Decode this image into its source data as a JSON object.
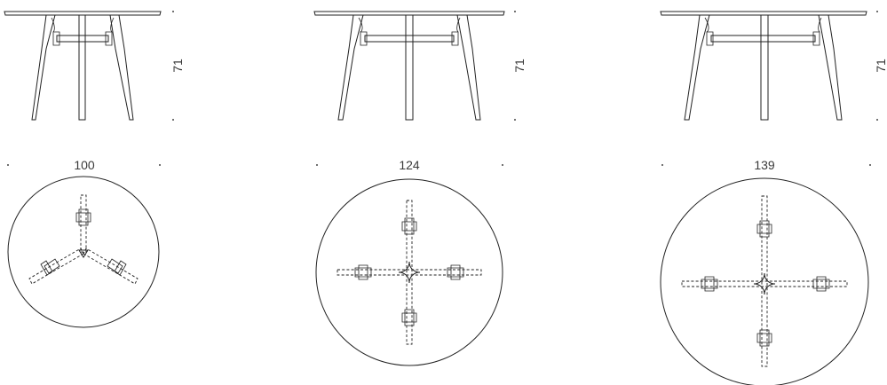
{
  "drawings": [
    {
      "id": "table-100",
      "diameter_label": "100",
      "height_label": "71",
      "legs": 3
    },
    {
      "id": "table-124",
      "diameter_label": "124",
      "height_label": "71",
      "legs": 4
    },
    {
      "id": "table-139",
      "diameter_label": "139",
      "height_label": "71",
      "legs": 4
    }
  ]
}
